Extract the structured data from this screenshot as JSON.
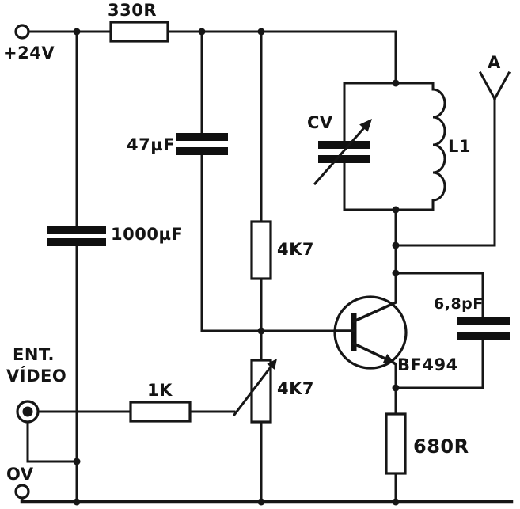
{
  "labels": {
    "supply": "+24V",
    "r_330": "330R",
    "c_47uf": "47µF",
    "c_1000uf": "1000µF",
    "cv": "CV",
    "l1": "L1",
    "antenna": "A",
    "r_4k7_upper": "4K7",
    "pot_4k7": "4K7",
    "r_1k": "1K",
    "input_line1": "ENT.",
    "input_line2": "VÍDEO",
    "transistor": "BF494",
    "c_6p8": "6,8pF",
    "r_680": "680R",
    "ground": "OV"
  },
  "colors": {
    "ink": "#161616",
    "paper": "#ffffff"
  }
}
